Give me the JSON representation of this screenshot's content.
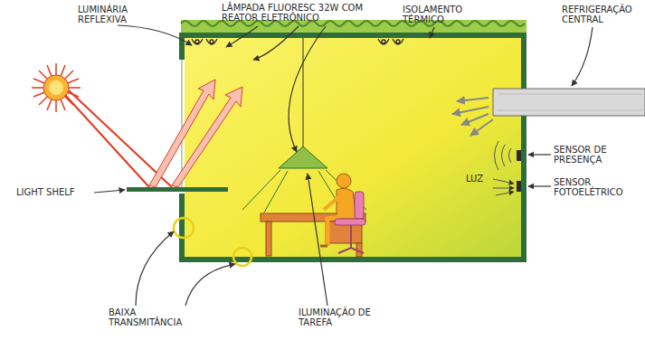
{
  "diagram": {
    "labels": [
      "LUMINÁRIA REFLEXIVA",
      "LÂMPADA FLUORESC 32W COM REATOR ELETRÔNICO",
      "ISOLAMENTO TÉRMICO",
      "REFRIGERAÇÃO CENTRAL",
      "SENSOR DE PRESENÇA",
      "SENSOR FOTOELÉTRICO",
      "LIGHT SHELF",
      "BAIXA TRANSMITÂNCIA",
      "ILUMINAÇÃO DE TAREFA",
      "LUZ"
    ]
  }
}
